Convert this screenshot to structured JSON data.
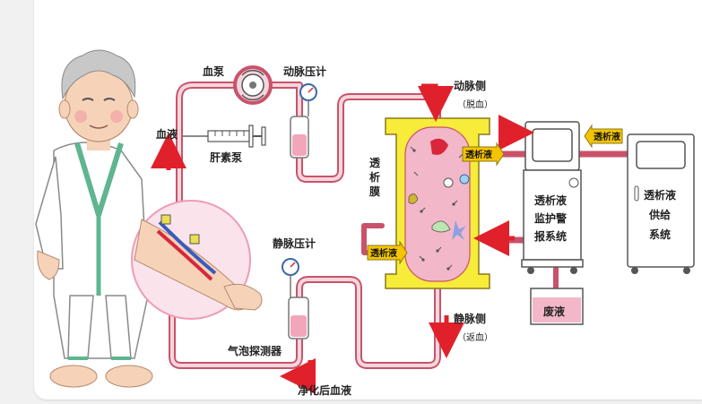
{
  "labels": {
    "blood_pump": "血泵",
    "arterial_gauge": "动脉压计",
    "arterial_side": "动脉侧",
    "arterial_side_sub": "（脱血）",
    "blood": "血液",
    "heparin_pump": "肝素泵",
    "dialyzer_1": "透",
    "dialyzer_2": "析",
    "dialyzer_3": "膜",
    "dialysate_in": "透析液",
    "dialysate_out": "透析液",
    "dialysate_supply_tag": "透析液",
    "monitor_1": "透析液",
    "monitor_2": "监护警",
    "monitor_3": "报系统",
    "supply_1": "透析液",
    "supply_2": "供给",
    "supply_3": "系统",
    "venous_gauge": "静脉压计",
    "venous_side": "静脉侧",
    "venous_side_sub": "（返血）",
    "bubble_detector": "气泡探测器",
    "waste": "废液",
    "cleaned_blood": "净化后血液"
  },
  "colors": {
    "tube": "#c9526a",
    "tube_light": "#f4d6dd",
    "dialyzer": "#f7ec3a",
    "dialyzer_core": "#f2b7c8",
    "arrow_red": "#e0212b",
    "arrow_yellow": "#f5c400",
    "machine": "#ffffff",
    "outline": "#555555"
  }
}
